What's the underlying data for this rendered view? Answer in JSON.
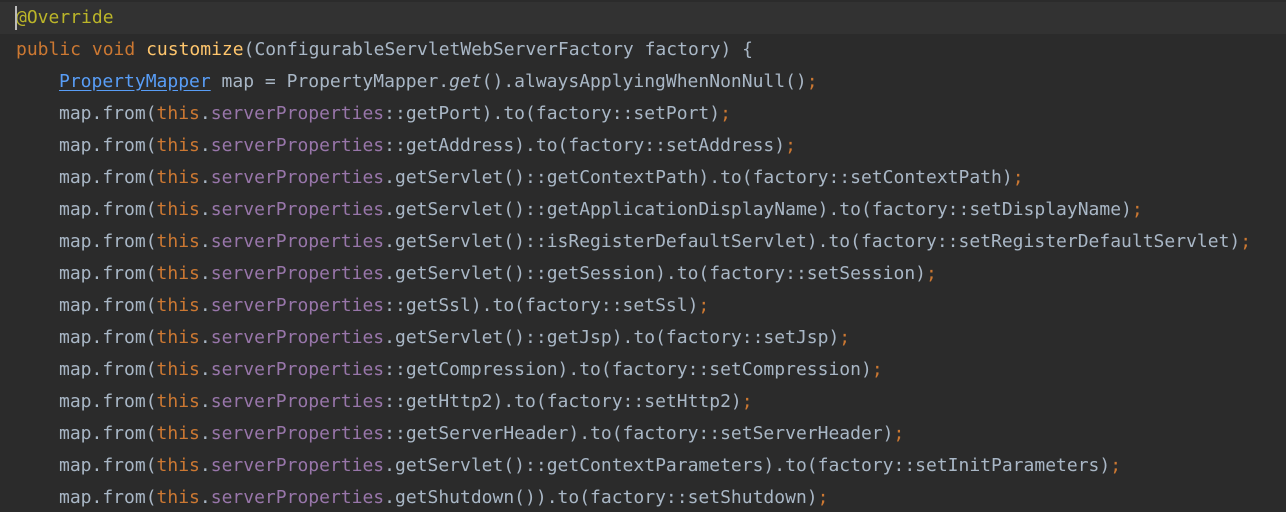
{
  "theme": {
    "background": "#2b2b2b",
    "current_line": "#323232",
    "default": "#a9b7c6",
    "keyword": "#cc7832",
    "annotation": "#bbb529",
    "method_declaration": "#ffc66d",
    "field": "#9876aa",
    "type_link": "#589df6"
  },
  "code_lines": [
    {
      "indent": 0,
      "tokens": [
        {
          "text": "@Override",
          "kind": "annot"
        }
      ]
    },
    {
      "indent": 0,
      "tokens": [
        {
          "text": "public",
          "kind": "kw"
        },
        {
          "text": " ",
          "kind": "default"
        },
        {
          "text": "void",
          "kind": "kw"
        },
        {
          "text": " ",
          "kind": "default"
        },
        {
          "text": "customize",
          "kind": "method-decl"
        },
        {
          "text": "(ConfigurableServletWebServerFactory factory) {",
          "kind": "default"
        }
      ]
    },
    {
      "indent": 1,
      "tokens": [
        {
          "text": "PropertyMapper",
          "kind": "type-link"
        },
        {
          "text": " map = PropertyMapper.",
          "kind": "default"
        },
        {
          "text": "get",
          "kind": "static"
        },
        {
          "text": "().alwaysApplyingWhenNonNull()",
          "kind": "default"
        },
        {
          "text": ";",
          "kind": "kw"
        }
      ]
    },
    {
      "indent": 1,
      "tokens": [
        {
          "text": "map.from(",
          "kind": "default"
        },
        {
          "text": "this",
          "kind": "kw"
        },
        {
          "text": ".",
          "kind": "default"
        },
        {
          "text": "serverProperties",
          "kind": "field"
        },
        {
          "text": "::getPort).to(factory::setPort)",
          "kind": "default"
        },
        {
          "text": ";",
          "kind": "kw"
        }
      ]
    },
    {
      "indent": 1,
      "tokens": [
        {
          "text": "map.from(",
          "kind": "default"
        },
        {
          "text": "this",
          "kind": "kw"
        },
        {
          "text": ".",
          "kind": "default"
        },
        {
          "text": "serverProperties",
          "kind": "field"
        },
        {
          "text": "::getAddress).to(factory::setAddress)",
          "kind": "default"
        },
        {
          "text": ";",
          "kind": "kw"
        }
      ]
    },
    {
      "indent": 1,
      "tokens": [
        {
          "text": "map.from(",
          "kind": "default"
        },
        {
          "text": "this",
          "kind": "kw"
        },
        {
          "text": ".",
          "kind": "default"
        },
        {
          "text": "serverProperties",
          "kind": "field"
        },
        {
          "text": ".getServlet()::getContextPath).to(factory::setContextPath)",
          "kind": "default"
        },
        {
          "text": ";",
          "kind": "kw"
        }
      ]
    },
    {
      "indent": 1,
      "tokens": [
        {
          "text": "map.from(",
          "kind": "default"
        },
        {
          "text": "this",
          "kind": "kw"
        },
        {
          "text": ".",
          "kind": "default"
        },
        {
          "text": "serverProperties",
          "kind": "field"
        },
        {
          "text": ".getServlet()::getApplicationDisplayName).to(factory::setDisplayName)",
          "kind": "default"
        },
        {
          "text": ";",
          "kind": "kw"
        }
      ]
    },
    {
      "indent": 1,
      "tokens": [
        {
          "text": "map.from(",
          "kind": "default"
        },
        {
          "text": "this",
          "kind": "kw"
        },
        {
          "text": ".",
          "kind": "default"
        },
        {
          "text": "serverProperties",
          "kind": "field"
        },
        {
          "text": ".getServlet()::isRegisterDefaultServlet).to(factory::setRegisterDefaultServlet)",
          "kind": "default"
        },
        {
          "text": ";",
          "kind": "kw"
        }
      ]
    },
    {
      "indent": 1,
      "tokens": [
        {
          "text": "map.from(",
          "kind": "default"
        },
        {
          "text": "this",
          "kind": "kw"
        },
        {
          "text": ".",
          "kind": "default"
        },
        {
          "text": "serverProperties",
          "kind": "field"
        },
        {
          "text": ".getServlet()::getSession).to(factory::setSession)",
          "kind": "default"
        },
        {
          "text": ";",
          "kind": "kw"
        }
      ]
    },
    {
      "indent": 1,
      "tokens": [
        {
          "text": "map.from(",
          "kind": "default"
        },
        {
          "text": "this",
          "kind": "kw"
        },
        {
          "text": ".",
          "kind": "default"
        },
        {
          "text": "serverProperties",
          "kind": "field"
        },
        {
          "text": "::getSsl).to(factory::setSsl)",
          "kind": "default"
        },
        {
          "text": ";",
          "kind": "kw"
        }
      ]
    },
    {
      "indent": 1,
      "tokens": [
        {
          "text": "map.from(",
          "kind": "default"
        },
        {
          "text": "this",
          "kind": "kw"
        },
        {
          "text": ".",
          "kind": "default"
        },
        {
          "text": "serverProperties",
          "kind": "field"
        },
        {
          "text": ".getServlet()::getJsp).to(factory::setJsp)",
          "kind": "default"
        },
        {
          "text": ";",
          "kind": "kw"
        }
      ]
    },
    {
      "indent": 1,
      "tokens": [
        {
          "text": "map.from(",
          "kind": "default"
        },
        {
          "text": "this",
          "kind": "kw"
        },
        {
          "text": ".",
          "kind": "default"
        },
        {
          "text": "serverProperties",
          "kind": "field"
        },
        {
          "text": "::getCompression).to(factory::setCompression)",
          "kind": "default"
        },
        {
          "text": ";",
          "kind": "kw"
        }
      ]
    },
    {
      "indent": 1,
      "tokens": [
        {
          "text": "map.from(",
          "kind": "default"
        },
        {
          "text": "this",
          "kind": "kw"
        },
        {
          "text": ".",
          "kind": "default"
        },
        {
          "text": "serverProperties",
          "kind": "field"
        },
        {
          "text": "::getHttp2).to(factory::setHttp2)",
          "kind": "default"
        },
        {
          "text": ";",
          "kind": "kw"
        }
      ]
    },
    {
      "indent": 1,
      "tokens": [
        {
          "text": "map.from(",
          "kind": "default"
        },
        {
          "text": "this",
          "kind": "kw"
        },
        {
          "text": ".",
          "kind": "default"
        },
        {
          "text": "serverProperties",
          "kind": "field"
        },
        {
          "text": "::getServerHeader).to(factory::setServerHeader)",
          "kind": "default"
        },
        {
          "text": ";",
          "kind": "kw"
        }
      ]
    },
    {
      "indent": 1,
      "tokens": [
        {
          "text": "map.from(",
          "kind": "default"
        },
        {
          "text": "this",
          "kind": "kw"
        },
        {
          "text": ".",
          "kind": "default"
        },
        {
          "text": "serverProperties",
          "kind": "field"
        },
        {
          "text": ".getServlet()::getContextParameters).to(factory::setInitParameters)",
          "kind": "default"
        },
        {
          "text": ";",
          "kind": "kw"
        }
      ]
    },
    {
      "indent": 1,
      "tokens": [
        {
          "text": "map.from(",
          "kind": "default"
        },
        {
          "text": "this",
          "kind": "kw"
        },
        {
          "text": ".",
          "kind": "default"
        },
        {
          "text": "serverProperties",
          "kind": "field"
        },
        {
          "text": ".getShutdown()).to(factory::setShutdown)",
          "kind": "default"
        },
        {
          "text": ";",
          "kind": "kw"
        }
      ]
    }
  ]
}
